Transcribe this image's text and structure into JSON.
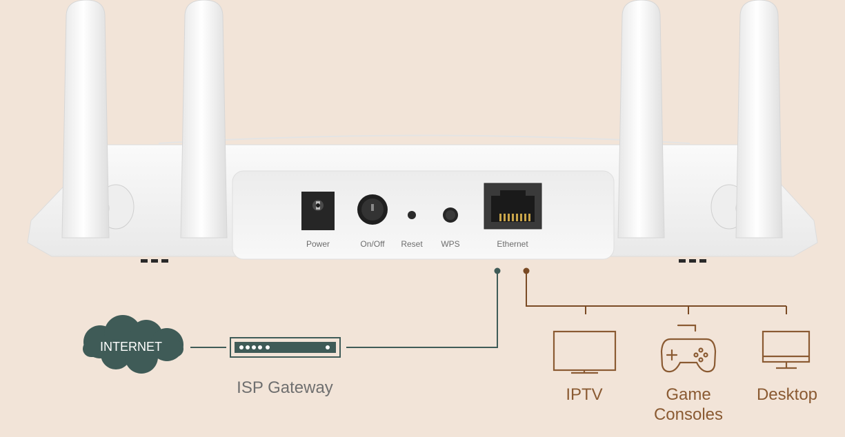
{
  "router": {
    "ports": {
      "power": "Power",
      "onoff": "On/Off",
      "reset": "Reset",
      "wps": "WPS",
      "ethernet": "Ethernet"
    }
  },
  "network": {
    "internet": "INTERNET",
    "isp_gateway": "ISP Gateway"
  },
  "devices": {
    "iptv": "IPTV",
    "game_line1": "Game",
    "game_line2": "Consoles",
    "desktop": "Desktop"
  },
  "colors": {
    "background": "#f2e4d8",
    "wan_line": "#3f5b57",
    "lan_line": "#7a4a24",
    "device_icon": "#8a5a32",
    "label_gray": "#6f6f6f"
  }
}
